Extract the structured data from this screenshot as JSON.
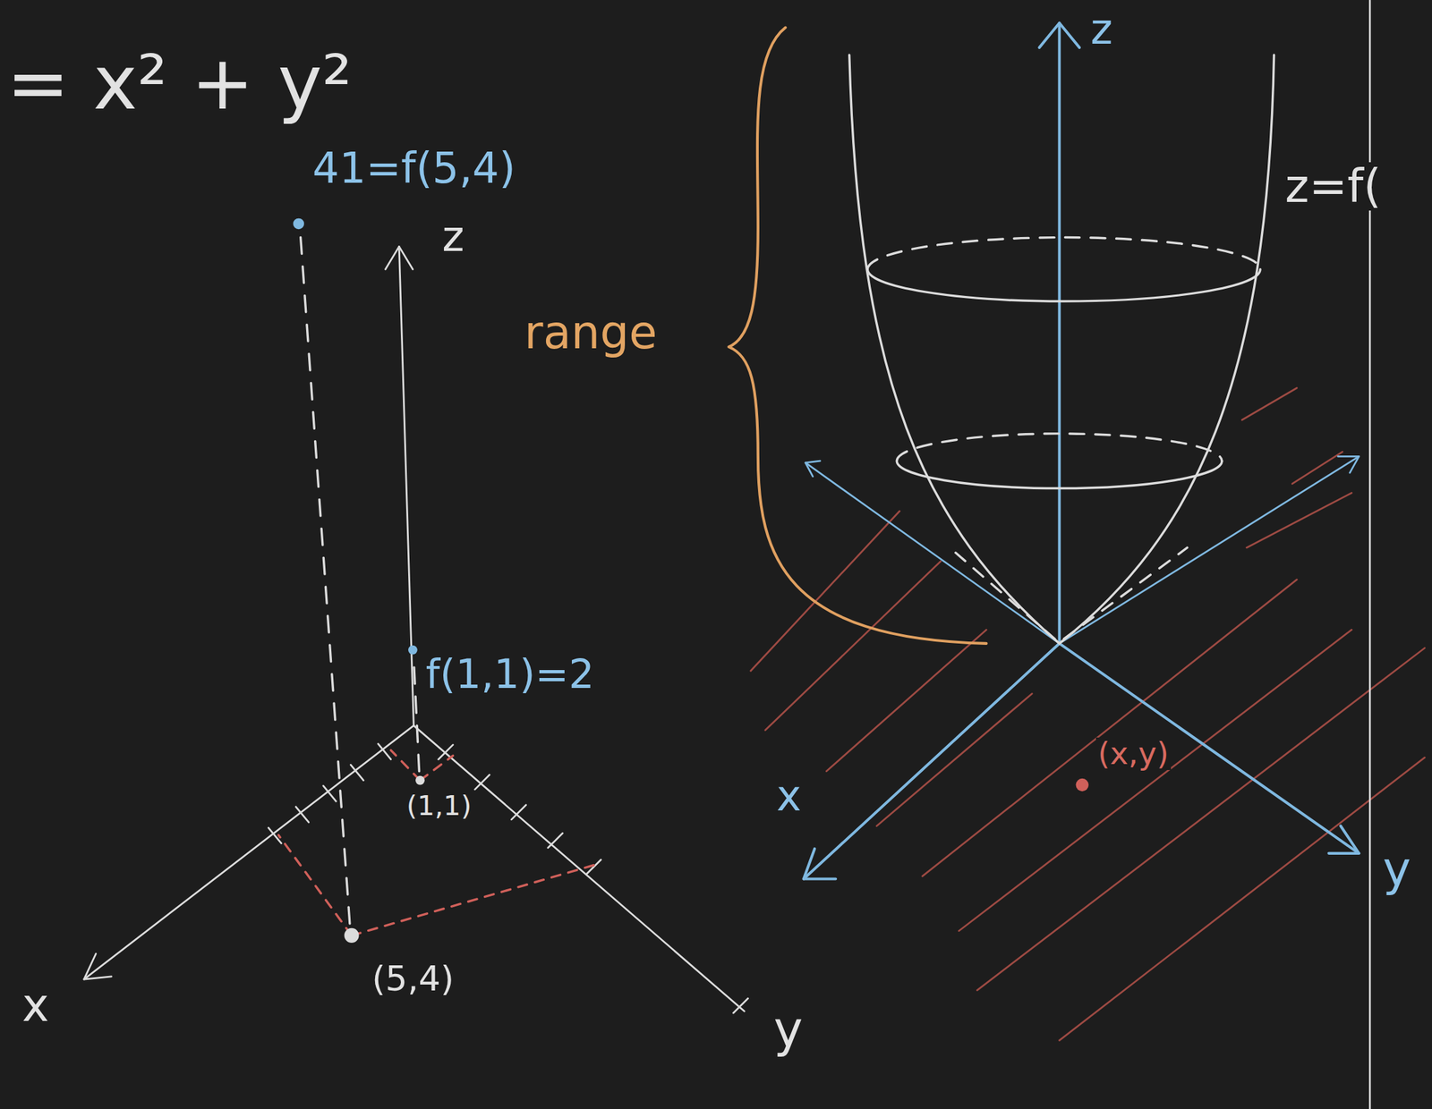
{
  "diagram": {
    "labels": [
      "= x² + y²",
      "41=f(5,4)",
      "z",
      "range",
      "z",
      "z=f(",
      "f(1,1)=2",
      "(1,1)",
      "(x,y)",
      "x",
      "(5,4)",
      "x",
      "y",
      "y"
    ]
  }
}
